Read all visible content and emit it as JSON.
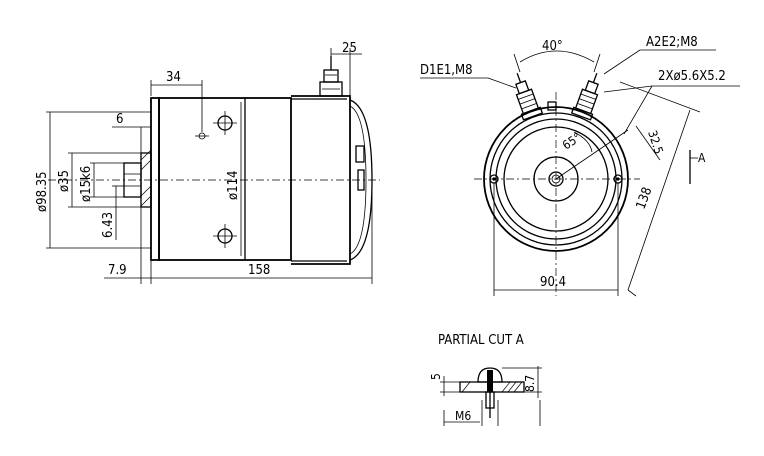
{
  "side_view": {
    "dim_top_25": "25",
    "dim_top_34": "34",
    "dim_6": "6",
    "dim_dia_98_35": "ø98.35",
    "dim_dia_35": "ø35",
    "dim_dia_15k6": "ø15k6",
    "dim_6_43": "6.43",
    "dim_dia_114": "ø114",
    "dim_7_9": "7.9",
    "dim_158": "158"
  },
  "front_view": {
    "angle_40": "40°",
    "terminal_d1e1": "D1E1,M8",
    "terminal_a2e2": "A2E2;M8",
    "holes": "2Xø5.6X5.2",
    "angle_65": "65°",
    "dim_32_5": "32.5",
    "dim_138": "138",
    "section_a": "A",
    "dim_90_4": "90.4"
  },
  "partial_cut": {
    "title": "PARTIAL  CUT  A",
    "dim_5": "5",
    "dim_8_7": "8.7",
    "dim_m6": "M6"
  }
}
